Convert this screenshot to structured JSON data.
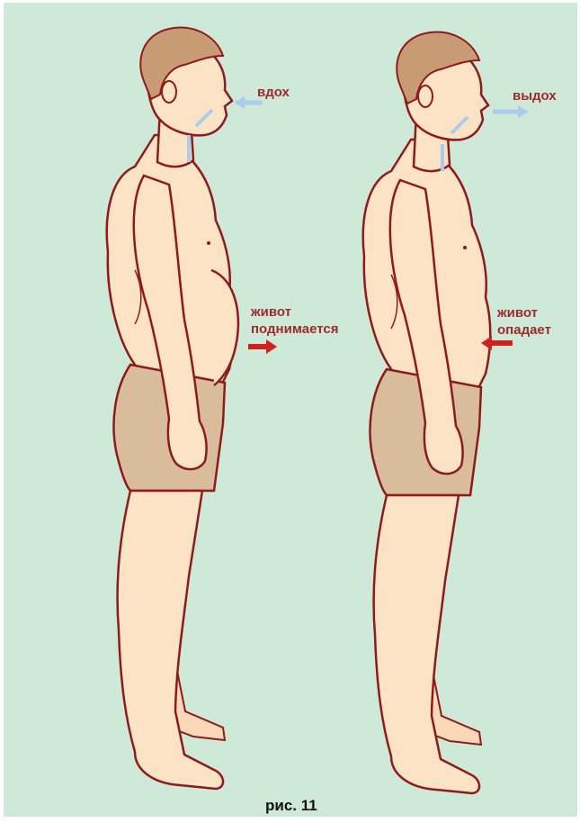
{
  "labels": {
    "inhale": "вдох",
    "exhale": "выдох",
    "belly_rises_line1": "живот",
    "belly_rises_line2": "поднимается",
    "belly_falls_line1": "живот",
    "belly_falls_line2": "опадает"
  },
  "caption": "рис. 11",
  "colors": {
    "background": "#cfe9d8",
    "skin": "#fde3c6",
    "outline": "#8e1b1b",
    "briefs": "#d9bc9c",
    "hair": "#c79c74",
    "breath_arrow": "#a9cdea",
    "belly_arrow": "#d0211c",
    "label_text": "#9c2b2b"
  }
}
